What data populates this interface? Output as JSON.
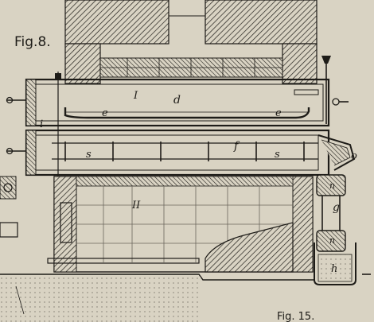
{
  "figure": {
    "title": "Fig.8.",
    "corner_caption": "Fig. 15."
  },
  "labels": {
    "chamber_upper": "I",
    "chamber_lower": "II",
    "d": "d",
    "e_left": "e",
    "e_right": "e",
    "i": "i",
    "s_left": "s",
    "s_right": "s",
    "f": "f",
    "o": "o",
    "n_upper": "n",
    "n_lower": "n",
    "g": "g",
    "h": "h"
  },
  "colors": {
    "paper": "#d9d3c3",
    "ink": "#1e1c18",
    "tile_line": "#6b665c"
  }
}
